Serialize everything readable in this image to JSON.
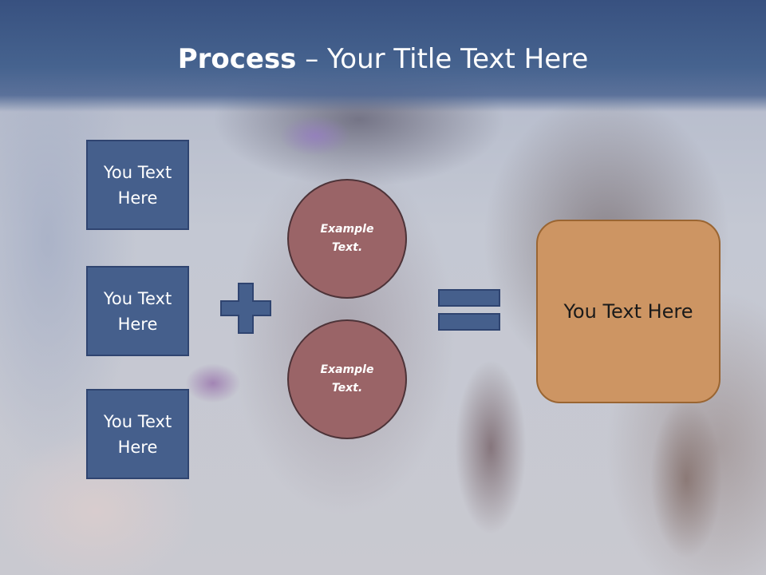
{
  "slide": {
    "title_bold": "Process",
    "title_rest": " – Your Title Text Here",
    "input_boxes": [
      {
        "label": "You Text Here"
      },
      {
        "label": "You Text Here"
      },
      {
        "label": "You Text Here"
      }
    ],
    "circles": [
      {
        "label": "Example Text."
      },
      {
        "label": "Example Text."
      }
    ],
    "result": {
      "label": "You Text Here"
    }
  },
  "colors": {
    "header": "#385180",
    "box_fill": "#455f8c",
    "circle_fill": "#9a6467",
    "result_fill": "#cd9563"
  },
  "icons": {
    "plus": "plus-icon",
    "equals": "equals-icon"
  }
}
